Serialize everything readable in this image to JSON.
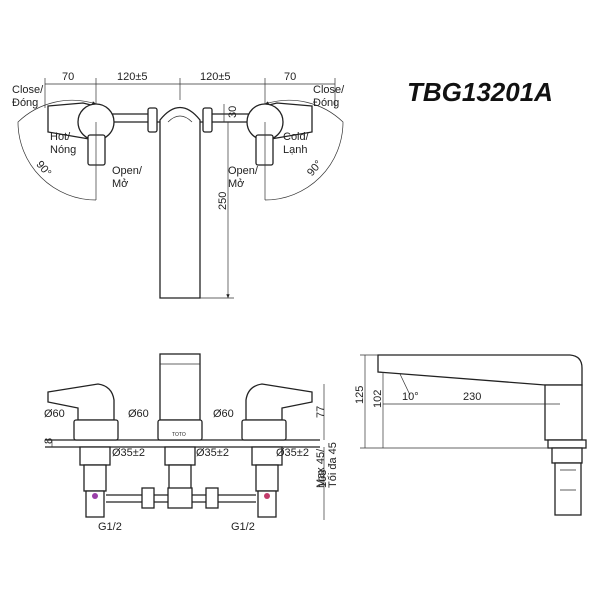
{
  "model_code": "TBG13201A",
  "top_view": {
    "dims_top": [
      "70",
      "120±5",
      "120±5",
      "70"
    ],
    "spout_offset": "30",
    "height_250": "250",
    "left_close": [
      "Close/",
      "Đóng"
    ],
    "right_close": [
      "Close/",
      "Đóng"
    ],
    "hot": [
      "Hot/",
      "Nóng"
    ],
    "cold": [
      "Cold/",
      "Lạnh"
    ],
    "left_open": [
      "Open/",
      "Mở"
    ],
    "right_open": [
      "Open/",
      "Mở"
    ],
    "left_angle": "90°",
    "right_angle": "90°"
  },
  "front_view": {
    "diam_labels": [
      "Ø60",
      "Ø60",
      "Ø60"
    ],
    "bore_labels": [
      "Ø35±2",
      "Ø35±2",
      "Ø35±2"
    ],
    "thread_left": "G1/2",
    "thread_right": "G1/2",
    "dim_8": "8",
    "dim_77": "77",
    "dim_103": "103",
    "max_label": [
      "Max 45/",
      "Tối đa 45"
    ],
    "brand_mark": "TOTO"
  },
  "side_view": {
    "dim_125": "125",
    "dim_102": "102",
    "dim_230": "230",
    "angle": "10°"
  }
}
